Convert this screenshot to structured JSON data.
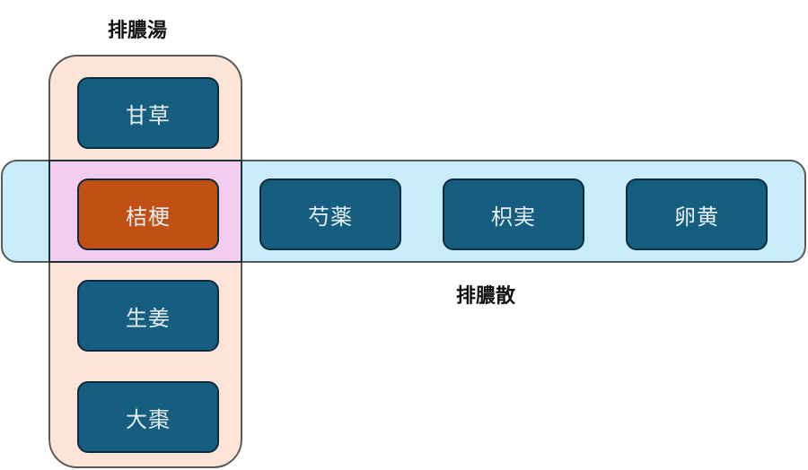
{
  "groups": {
    "decoction": {
      "title": "排膿湯",
      "color": "#fce4d6"
    },
    "powder": {
      "title": "排膿散",
      "color": "#c9ecfa"
    },
    "overlap_color": "#f2cdf0"
  },
  "herbs": {
    "kanzo": "甘草",
    "kikyo": "桔梗",
    "shokyo": "生姜",
    "taiso": "大棗",
    "shakuyaku": "芍薬",
    "kijitsu": "枳実",
    "ranou": "卵黄"
  },
  "colors": {
    "herb": "#165e80",
    "shared_herb": "#c05014"
  }
}
